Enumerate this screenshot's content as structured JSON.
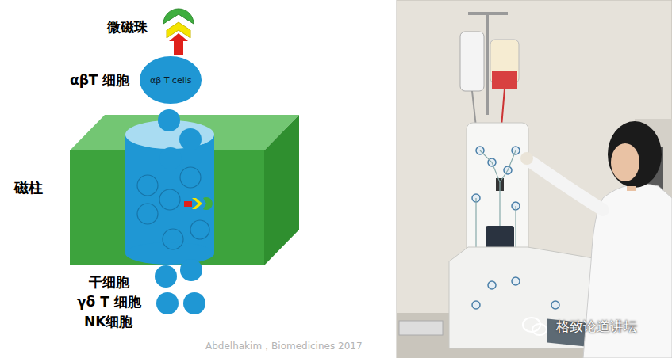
{
  "diagram": {
    "caption": "Abdelhakim，Biomedicines 2017",
    "nodes": [
      {
        "text": [
          "αβ T cells"
        ]
      }
    ],
    "labels": [
      "微磁珠",
      "αβT 细胞",
      "磁柱",
      "干细胞",
      "γδ T 细胞",
      "NK细胞",
      "格致论道讲坛"
    ]
  }
}
